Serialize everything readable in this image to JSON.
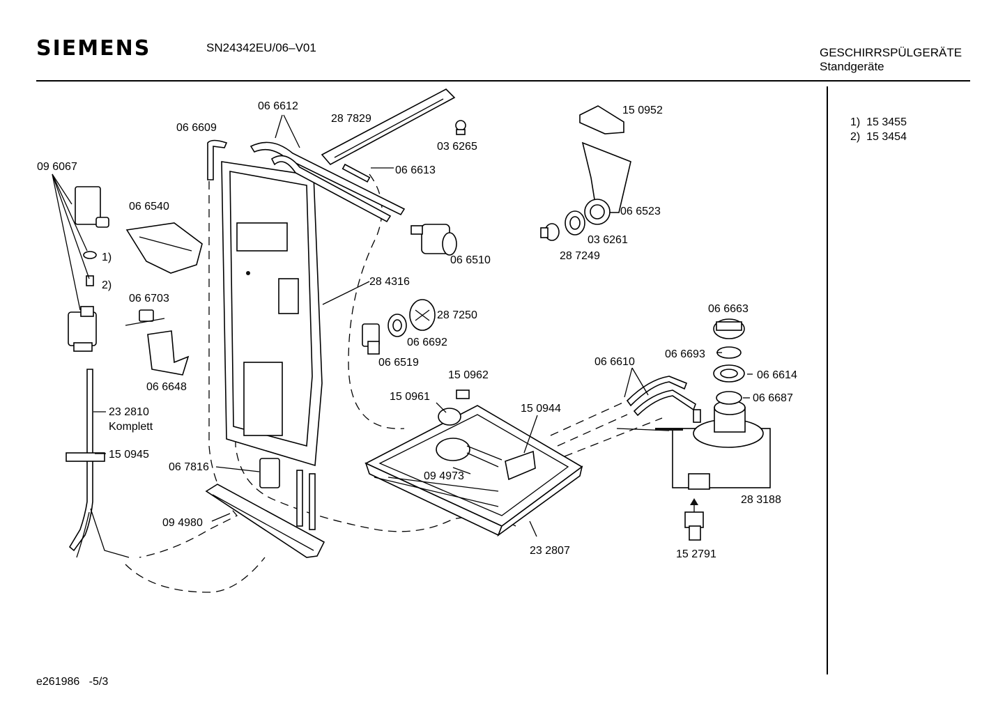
{
  "header": {
    "brand": "SIEMENS",
    "model": "SN24342EU/06–V01",
    "category": "GESCHIRRSPÜLGERÄTE",
    "subcategory": "Standgeräte"
  },
  "notes": [
    {
      "label": "1)",
      "value": "15 3455"
    },
    {
      "label": "2)",
      "value": "15 3454"
    }
  ],
  "footer": {
    "doc_id": "e261986",
    "page": "-5/3"
  },
  "parts": [
    {
      "id": "p-066612",
      "label": "06 6612"
    },
    {
      "id": "p-287829",
      "label": "28 7829"
    },
    {
      "id": "p-066609",
      "label": "06 6609"
    },
    {
      "id": "p-036265",
      "label": "03 6265"
    },
    {
      "id": "p-150952",
      "label": "15 0952"
    },
    {
      "id": "p-096067",
      "label": "09 6067"
    },
    {
      "id": "p-066613",
      "label": "06 6613"
    },
    {
      "id": "p-066540",
      "label": "06 6540"
    },
    {
      "id": "p-066523",
      "label": "06 6523"
    },
    {
      "id": "p-036261",
      "label": "03 6261"
    },
    {
      "id": "p-note1",
      "label": "1)"
    },
    {
      "id": "p-066510",
      "label": "06 6510"
    },
    {
      "id": "p-287249",
      "label": "28 7249"
    },
    {
      "id": "p-note2",
      "label": "2)"
    },
    {
      "id": "p-284316",
      "label": "28 4316"
    },
    {
      "id": "p-066703",
      "label": "06 6703"
    },
    {
      "id": "p-066663",
      "label": "06 6663"
    },
    {
      "id": "p-287250",
      "label": "28 7250"
    },
    {
      "id": "p-066692",
      "label": "06 6692"
    },
    {
      "id": "p-066693",
      "label": "06 6693"
    },
    {
      "id": "p-066610",
      "label": "06 6610"
    },
    {
      "id": "p-066519",
      "label": "06 6519"
    },
    {
      "id": "p-150962",
      "label": "15 0962"
    },
    {
      "id": "p-066614",
      "label": "06 6614"
    },
    {
      "id": "p-066648",
      "label": "06 6648"
    },
    {
      "id": "p-150961",
      "label": "15 0961"
    },
    {
      "id": "p-066687",
      "label": "06 6687"
    },
    {
      "id": "p-232810",
      "label": "23 2810"
    },
    {
      "id": "p-150944",
      "label": "15 0944"
    },
    {
      "id": "p-komplett",
      "label": "Komplett"
    },
    {
      "id": "p-150945",
      "label": "15 0945"
    },
    {
      "id": "p-067816",
      "label": "06 7816"
    },
    {
      "id": "p-094973",
      "label": "09 4973"
    },
    {
      "id": "p-283188",
      "label": "28 3188"
    },
    {
      "id": "p-094980",
      "label": "09 4980"
    },
    {
      "id": "p-232807",
      "label": "23 2807"
    },
    {
      "id": "p-152791",
      "label": "15 2791"
    }
  ]
}
